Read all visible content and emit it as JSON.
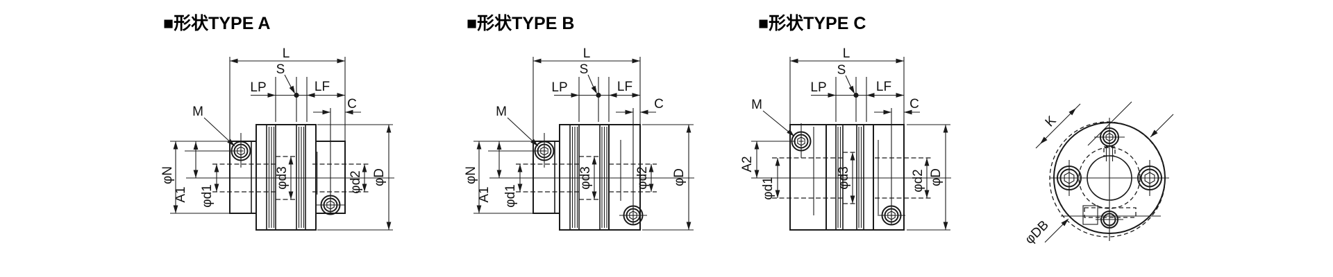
{
  "page": {
    "background": "#ffffff",
    "line_color": "#1a1a1a"
  },
  "figures": {
    "typeA": {
      "title": "■形状TYPE A",
      "labels": {
        "L": "L",
        "S": "S",
        "LP": "LP",
        "LF": "LF",
        "C": "C",
        "M": "M",
        "phi_N": "φN",
        "A1": "A1",
        "phi_d1": "φd1",
        "phi_d3": "φd3",
        "phi_d2": "φd2",
        "phi_D": "φD"
      }
    },
    "typeB": {
      "title": "■形状TYPE B",
      "labels": {
        "L": "L",
        "S": "S",
        "LP": "LP",
        "LF": "LF",
        "C": "C",
        "M": "M",
        "phi_N": "φN",
        "A1": "A1",
        "phi_d1": "φd1",
        "phi_d3": "φd3",
        "phi_d2": "φd2",
        "phi_D": "φD"
      }
    },
    "typeC": {
      "title": "■形状TYPE C",
      "labels": {
        "L": "L",
        "S": "S",
        "LP": "LP",
        "LF": "LF",
        "C": "C",
        "M": "M",
        "A2": "A2",
        "phi_d1": "φd1",
        "phi_d3": "φd3",
        "phi_d2": "φd2",
        "phi_D": "φD"
      }
    },
    "frontView": {
      "labels": {
        "K": "K",
        "phi_DB": "φDB"
      }
    }
  }
}
